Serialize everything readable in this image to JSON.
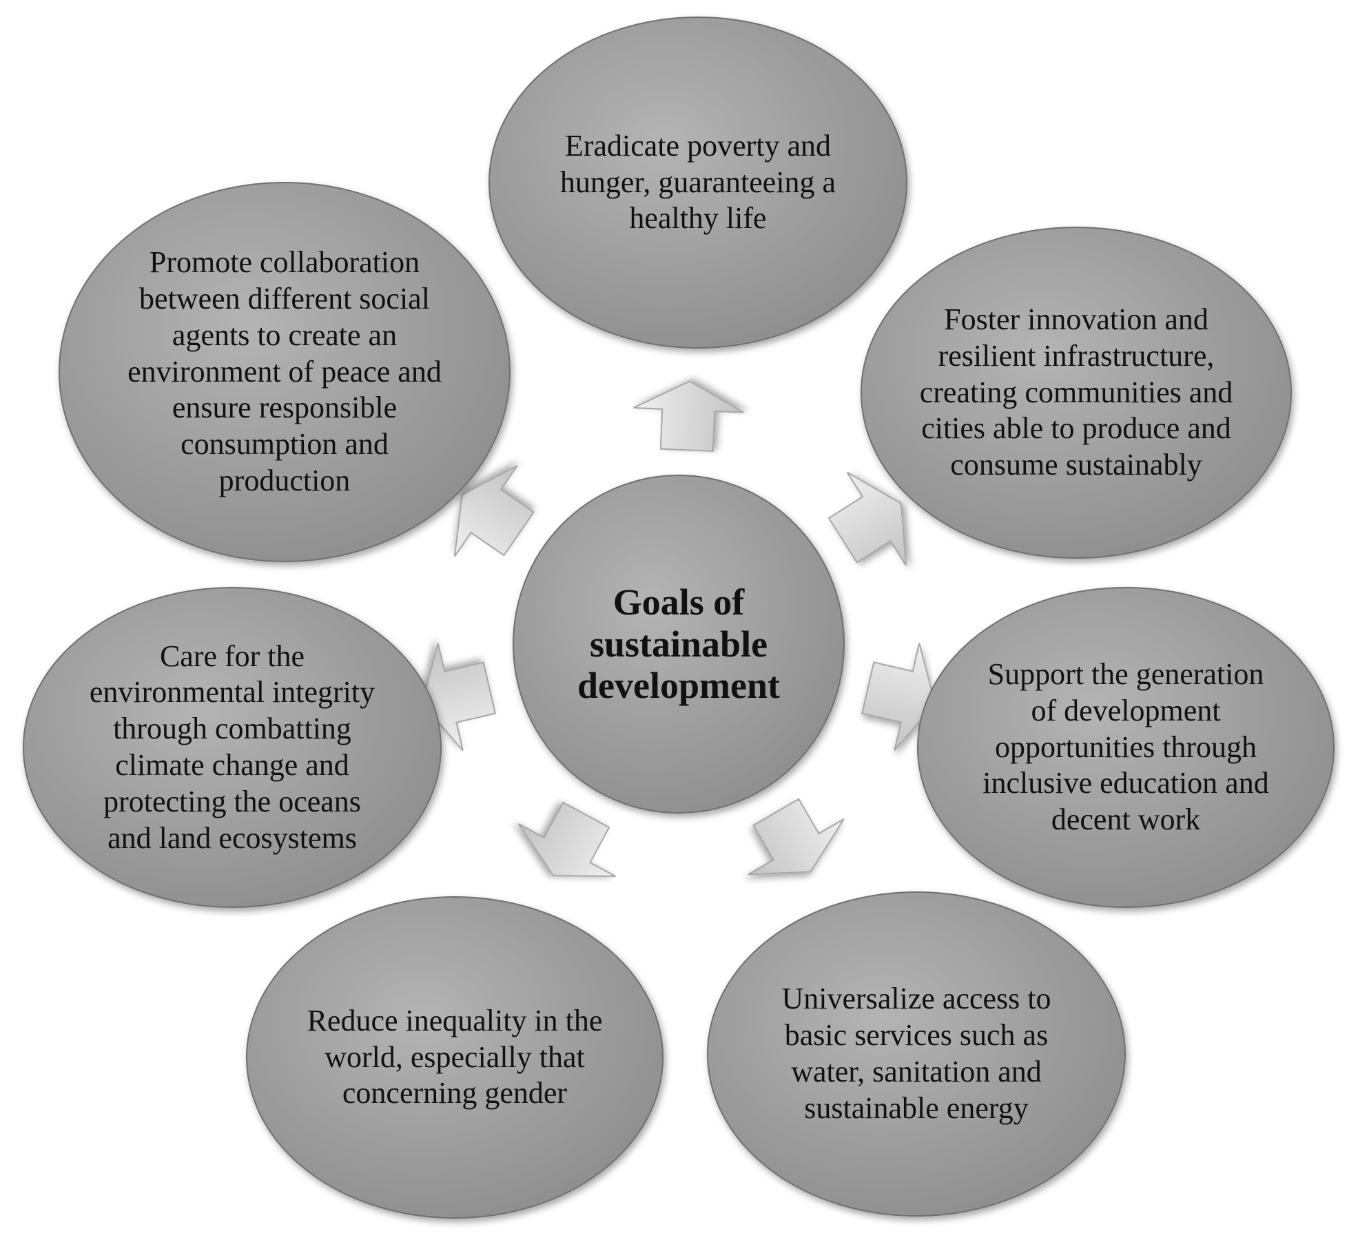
{
  "center": {
    "title": "Goals of sustainable development"
  },
  "goals": [
    {
      "id": "top",
      "text": "Eradicate poverty and hunger, guaranteeing a healthy life"
    },
    {
      "id": "upper-right",
      "text": "Foster innovation and resilient infrastructure, creating communities and cities able to produce and consume sustainably"
    },
    {
      "id": "right",
      "text": "Support the generation of development opportunities through inclusive education and decent work"
    },
    {
      "id": "lower-right",
      "text": "Universalize access to basic services such as water, sanitation and sustainable energy"
    },
    {
      "id": "lower-left",
      "text": "Reduce inequality in the world, especially that concerning gender"
    },
    {
      "id": "left",
      "text": "Care for the environmental integrity through combatting climate change and protecting the oceans and land ecosystems"
    },
    {
      "id": "upper-left",
      "text": "Promote collaboration between different social agents to create an environment of peace and ensure responsible consumption and production"
    }
  ],
  "colors": {
    "node_fill_light": "#b0b0b0",
    "node_fill_dark": "#8a8a8a",
    "node_stroke": "#707070",
    "arrow_fill_light": "#ececec",
    "arrow_fill_dark": "#c4c4c4",
    "arrow_stroke": "#a6a6a6",
    "text": "#111111"
  }
}
